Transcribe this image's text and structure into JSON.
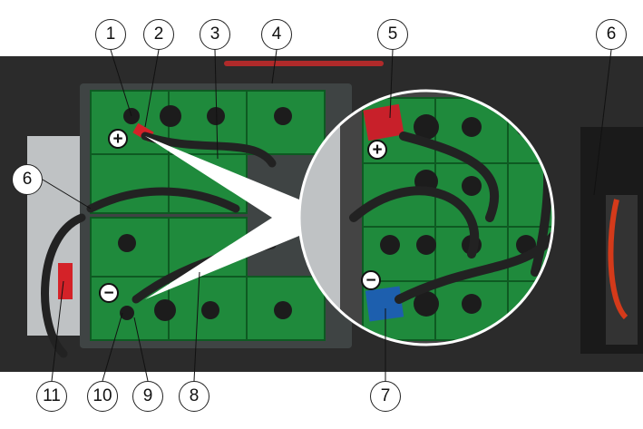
{
  "callouts": {
    "c1": "1",
    "c2": "2",
    "c3": "3",
    "c4": "4",
    "c5": "5",
    "c6_top": "6",
    "c6_left": "6",
    "c7": "7",
    "c8": "8",
    "c9": "9",
    "c10": "10",
    "c11": "11"
  },
  "terminals": {
    "plus": "+",
    "minus": "−"
  },
  "colors": {
    "battery": "#1f8a3c",
    "positive_cover": "#c8202a",
    "negative_cover": "#1d5fae",
    "background": "#2a2a2a"
  }
}
